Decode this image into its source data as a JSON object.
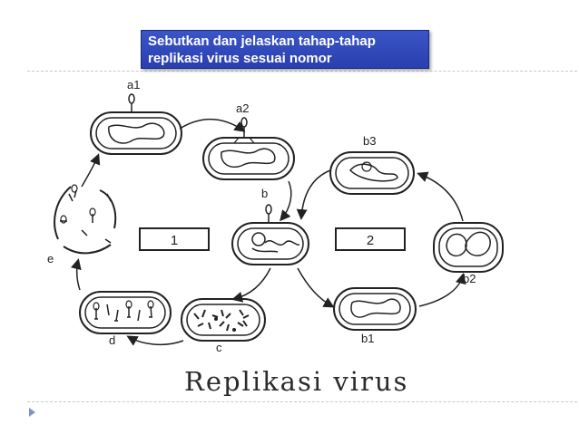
{
  "prompt": {
    "line1": "Sebutkan dan jelaskan tahap-tahap",
    "line2": "replikasi virus sesuai nomor"
  },
  "title": "Replikasi virus",
  "diagram": {
    "box_labels": [
      "1",
      "2"
    ],
    "stage_labels": [
      "a1",
      "a2",
      "b",
      "c",
      "d",
      "e",
      "b1",
      "b2",
      "b3"
    ]
  },
  "colors": {
    "prompt_bg": "#2f48b8",
    "prompt_text": "#ffffff",
    "bullet": "#7f95c8"
  }
}
